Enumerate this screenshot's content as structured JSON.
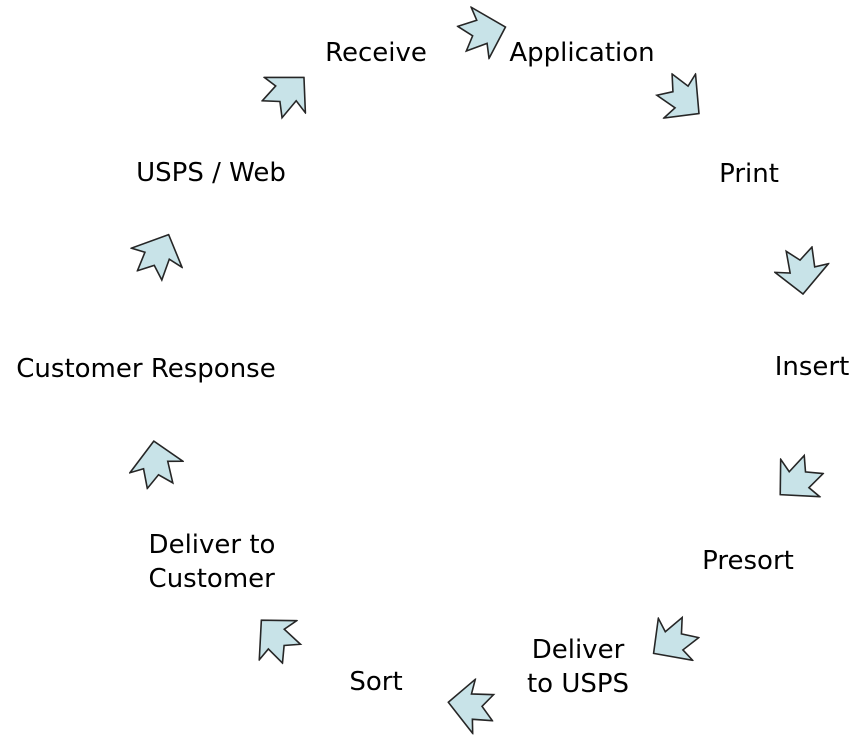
{
  "diagram": {
    "type": "cycle",
    "background": "#ffffff",
    "text_color": "#000000",
    "arrow_fill": "#c8e3e8",
    "arrow_stroke": "#262626",
    "steps": [
      {
        "id": "receive",
        "label": "Receive"
      },
      {
        "id": "application",
        "label": "Application"
      },
      {
        "id": "print",
        "label": "Print"
      },
      {
        "id": "insert",
        "label": "Insert"
      },
      {
        "id": "presort",
        "label": "Presort"
      },
      {
        "id": "deliver-to-usps",
        "label": "Deliver\nto USPS"
      },
      {
        "id": "sort",
        "label": "Sort"
      },
      {
        "id": "deliver-to-customer",
        "label": "Deliver to\nCustomer"
      },
      {
        "id": "customer-response",
        "label": "Customer Response"
      },
      {
        "id": "usps-web",
        "label": "USPS / Web"
      }
    ],
    "arrows": [
      {
        "from": "Receive",
        "to": "Application"
      },
      {
        "from": "Application",
        "to": "Print"
      },
      {
        "from": "Print",
        "to": "Insert"
      },
      {
        "from": "Insert",
        "to": "Presort"
      },
      {
        "from": "Presort",
        "to": "Deliver to USPS"
      },
      {
        "from": "Deliver to USPS",
        "to": "Sort"
      },
      {
        "from": "Sort",
        "to": "Deliver to Customer"
      },
      {
        "from": "Deliver to Customer",
        "to": "Customer Response"
      },
      {
        "from": "Customer Response",
        "to": "USPS / Web"
      },
      {
        "from": "USPS / Web",
        "to": "Receive"
      }
    ]
  }
}
